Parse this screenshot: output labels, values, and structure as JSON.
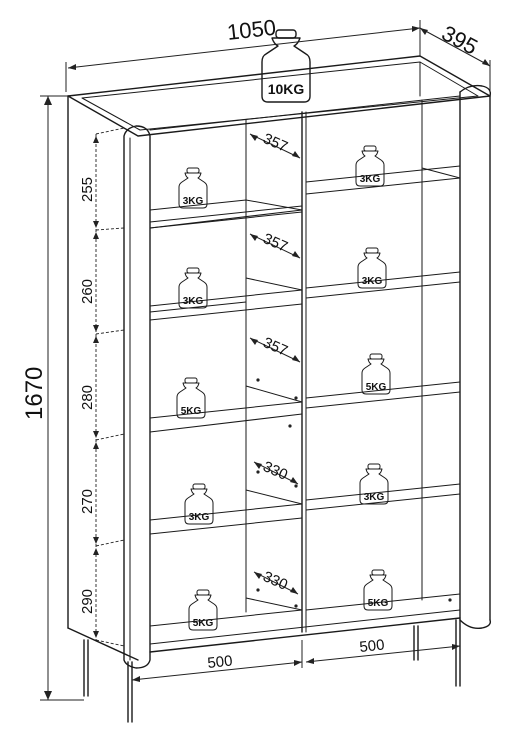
{
  "overall": {
    "width": "1050",
    "depth": "395",
    "height": "1670"
  },
  "top_load": "10KG",
  "shelf_heights": [
    "255",
    "260",
    "280",
    "270",
    "290"
  ],
  "depth_labels": [
    "357",
    "357",
    "357",
    "330",
    "330"
  ],
  "base_widths": [
    "500",
    "500"
  ],
  "left_loads": [
    "3KG",
    "3KG",
    "5KG",
    "3KG",
    "5KG"
  ],
  "right_loads": [
    "3KG",
    "3KG",
    "5KG",
    "3KG",
    "5KG"
  ]
}
